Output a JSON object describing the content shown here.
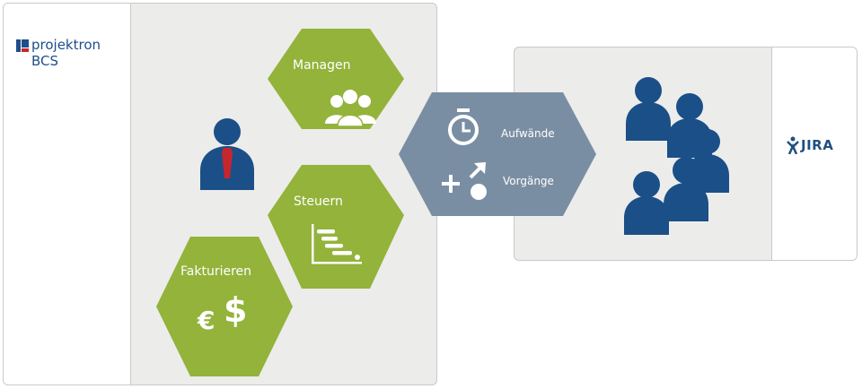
{
  "brand": {
    "line1": "projektron",
    "line2": "BCS",
    "logo_icon": "projektron-logo-icon"
  },
  "hexagons": [
    {
      "label": "Managen",
      "icon": "team-group-icon"
    },
    {
      "label": "Steuern",
      "icon": "gantt-chart-icon"
    },
    {
      "label": "Fakturieren",
      "icon": "euro-dollar-icon"
    }
  ],
  "sync": {
    "items": [
      {
        "label": "Aufwände",
        "icon": "stopwatch-icon"
      },
      {
        "label": "Vorgänge",
        "icon": "add-transfer-icon"
      }
    ]
  },
  "jira": {
    "text": "JIRA",
    "icon": "jira-logo-icon"
  },
  "colors": {
    "hexagon_green": "#93b33b",
    "sync_hexagon": "#7a8ea3",
    "person_blue": "#1b4f87",
    "tie_red": "#c8262d",
    "panel_gray": "#ececeb"
  }
}
